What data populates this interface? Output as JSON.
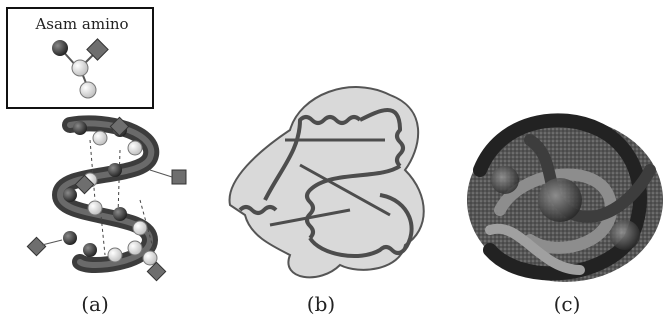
{
  "figure": {
    "legend": {
      "title": "Asam amino"
    },
    "panels": [
      {
        "label": "(a)"
      },
      {
        "label": "(b)"
      },
      {
        "label": "(c)"
      }
    ],
    "colors": {
      "dark_atom": "#3a3a3a",
      "light_atom": "#f2f2f2",
      "side_chain": "#6e6e6e",
      "ribbon": "#4a4a4a",
      "fill_b": "#d9d9d9",
      "chain_b": "#555555",
      "blob_c": "#333333"
    }
  }
}
